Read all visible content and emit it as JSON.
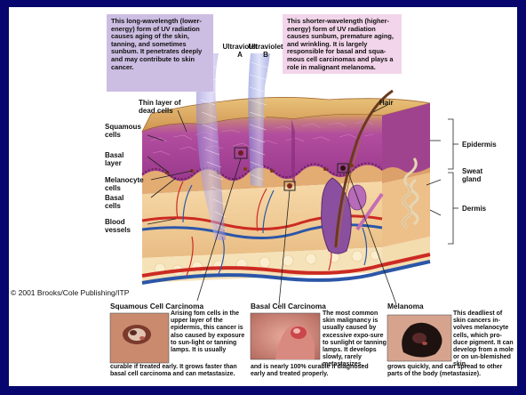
{
  "diagram": {
    "callout_uva": "This long-wavelength (lower-energy) form of UV radiation causes aging of the skin, tanning, and sometimes sunbum. It penetrates deeply and may contribute to skin cancer.",
    "callout_uvb": "This shorter-wavelength (higher-energy) form of UV radiation causes sunbum, premature aging, and wrinkling. It is largely responsible for basal and squa-mous cell carcinomas and plays a role in malignant melanoma.",
    "uva_line1": "Ultraviolet",
    "uva_line2": "A",
    "uvb_line1": "Ultraviolet",
    "uvb_line2": "B",
    "labels": {
      "thin_layer_1": "Thin layer of",
      "thin_layer_2": "dead cells",
      "squamous_1": "Squamous",
      "squamous_2": "cells",
      "basal_layer_1": "Basal",
      "basal_layer_2": "layer",
      "melanocyte_1": "Melanocyte",
      "melanocyte_2": "cells",
      "basal_cells_1": "Basal",
      "basal_cells_2": "cells",
      "blood_1": "Blood",
      "blood_2": "vessels",
      "hair": "Hair",
      "epidermis": "Epidermis",
      "sweat_1": "Sweat",
      "sweat_2": "gland",
      "dermis": "Dermis"
    },
    "copyright": "© 2001 Brooks/Cole Publishing/ITP"
  },
  "panels": {
    "squamous": {
      "title": "Squamous Cell Carcinoma",
      "side": "Arising fom cells in the upper layer of the epidermis, this cancer is also caused by exposure to sun-light or tanning lamps. It is usually",
      "bottom": "curable if treated early. It grows faster than basal cell carcinoma and can metastasize."
    },
    "basal": {
      "title": "Basal Cell Carcinoma",
      "side": "The most common skin malignancy is usually caused by excessive expo-sure to sunlight or tanning lamps. It develops slowly, rarely metastasizes,",
      "bottom": "and is nearly 100% curable if diagnosed early and treated properly."
    },
    "melanoma": {
      "title": "Melanoma",
      "side": "This deadliest of skin cancers in-volves melanocyte cells, which pro-duce pigment. It can develop from a mole or on un-blemished skin,",
      "bottom": "grows quickly, and can spread to other parts of the body (metastasize)."
    }
  },
  "colors": {
    "page_border": "#06066e",
    "callout_a": "#ccbde2",
    "callout_b": "#f2d5ea",
    "epidermis": "#b04a9a",
    "dermis": "#f0cc96",
    "artery": "#cc2a22",
    "vein": "#2b56a8"
  }
}
